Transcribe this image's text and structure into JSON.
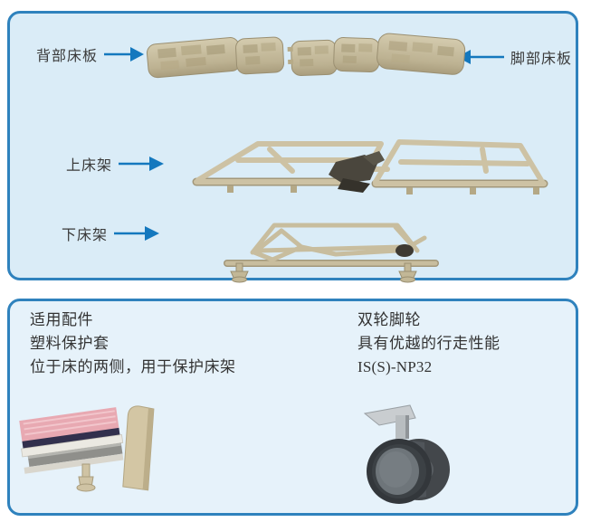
{
  "diagram": {
    "labels": {
      "back_board": "背部床板",
      "foot_board": "脚部床板",
      "upper_frame": "上床架",
      "lower_frame": "下床架"
    }
  },
  "accessories": {
    "left": {
      "line1": "适用配件",
      "line2": "塑料保护套",
      "line3": "位于床的两侧，用于保护床架"
    },
    "right": {
      "line1": "双轮脚轮",
      "line2": "具有优越的行走性能",
      "line3": "IS(S)-NP32"
    }
  },
  "colors": {
    "panel_border": "#2f82bd",
    "panel_bg_top": "#daecf7",
    "panel_bg_bottom": "#e6f2fa",
    "arrow_blue": "#1478be",
    "text": "#3a3a3a"
  }
}
